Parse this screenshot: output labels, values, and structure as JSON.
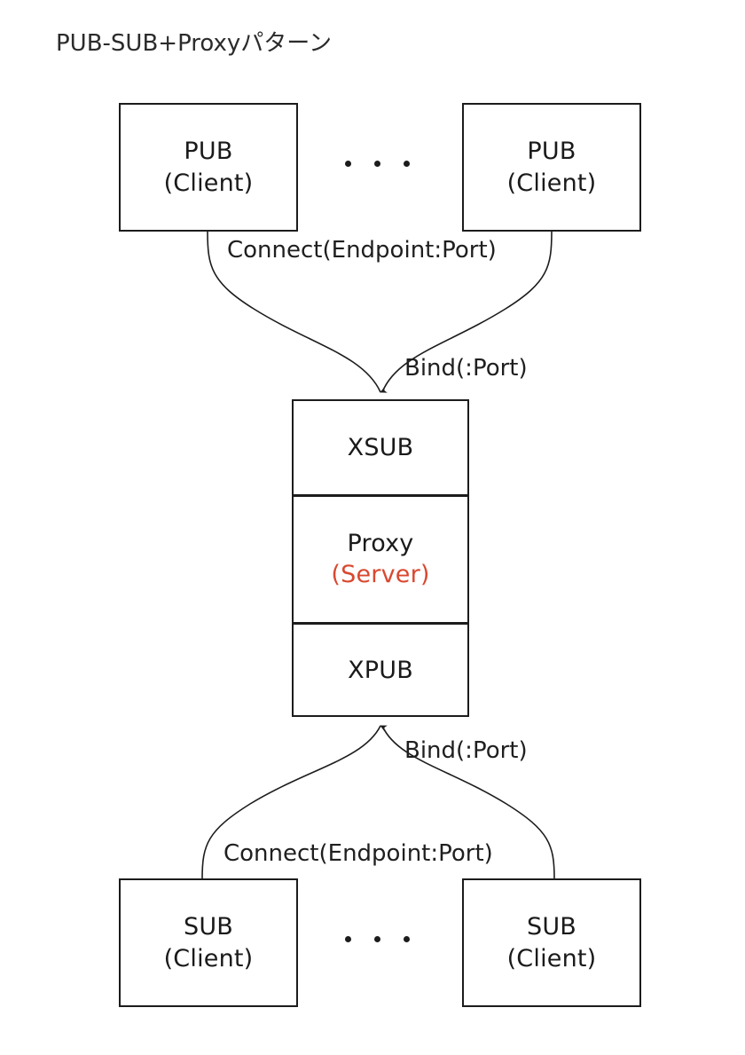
{
  "title": "PUB-SUB+Proxyパターン",
  "nodes": {
    "pub_left": {
      "name": "PUB",
      "role": "(Client)"
    },
    "pub_right": {
      "name": "PUB",
      "role": "(Client)"
    },
    "sub_left": {
      "name": "SUB",
      "role": "(Client)"
    },
    "sub_right": {
      "name": "SUB",
      "role": "(Client)"
    },
    "proxy": {
      "xsub": "XSUB",
      "name": "Proxy",
      "role": "(Server)",
      "xpub": "XPUB",
      "role_color": "#d9482f"
    }
  },
  "edge_labels": {
    "top_connect": "Connect(Endpoint:Port)",
    "top_bind": "Bind(:Port)",
    "bottom_bind": "Bind(:Port)",
    "bottom_connect": "Connect(Endpoint:Port)"
  },
  "ellipsis": {
    "top": "...",
    "bottom": "..."
  },
  "style": {
    "stroke": "#1c1c1c",
    "background": "#ffffff",
    "accent": "#d9482f"
  }
}
